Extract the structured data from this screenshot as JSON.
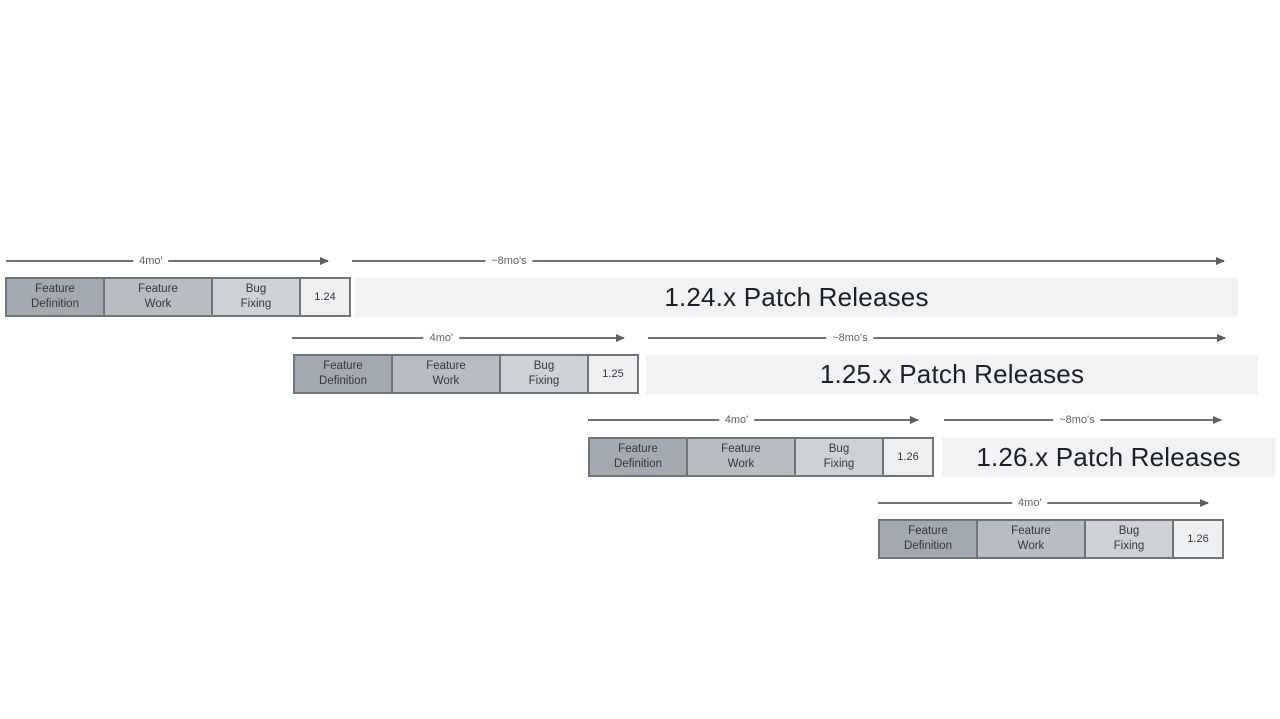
{
  "diagram": {
    "name": "release-cadence-timeline",
    "colors": {
      "feature_definition_fill": "#a2a9b0",
      "feature_work_fill": "#b7bdc3",
      "bug_fixing_fill": "#ced2d6",
      "version_box_fill": "#edeff1",
      "patch_bar_fill": "#f1f2f4",
      "segment_border": "#70757a",
      "arrow": "#6e7378",
      "duration_label_text": "#5f6368",
      "segment_text": "#34383c",
      "patch_text": "#1d2125"
    },
    "rows": [
      {
        "duration_label": "4mo'",
        "patch_duration_label": "~8mo's",
        "segments": [
          {
            "label": "Feature\nDefinition"
          },
          {
            "label": "Feature\nWork"
          },
          {
            "label": "Bug\nFixing"
          }
        ],
        "version": "1.24",
        "patch_label": "1.24.x Patch Releases"
      },
      {
        "duration_label": "4mo'",
        "patch_duration_label": "~8mo's",
        "segments": [
          {
            "label": "Feature\nDefinition"
          },
          {
            "label": "Feature\nWork"
          },
          {
            "label": "Bug\nFixing"
          }
        ],
        "version": "1.25",
        "patch_label": "1.25.x Patch Releases"
      },
      {
        "duration_label": "4mo'",
        "patch_duration_label": "~8mo's",
        "segments": [
          {
            "label": "Feature\nDefinition"
          },
          {
            "label": "Feature\nWork"
          },
          {
            "label": "Bug\nFixing"
          }
        ],
        "version": "1.26",
        "patch_label": "1.26.x Patch Releases"
      },
      {
        "duration_label": "4mo'",
        "segments": [
          {
            "label": "Feature\nDefinition"
          },
          {
            "label": "Feature\nWork"
          },
          {
            "label": "Bug\nFixing"
          }
        ],
        "version": "1.26"
      }
    ]
  }
}
